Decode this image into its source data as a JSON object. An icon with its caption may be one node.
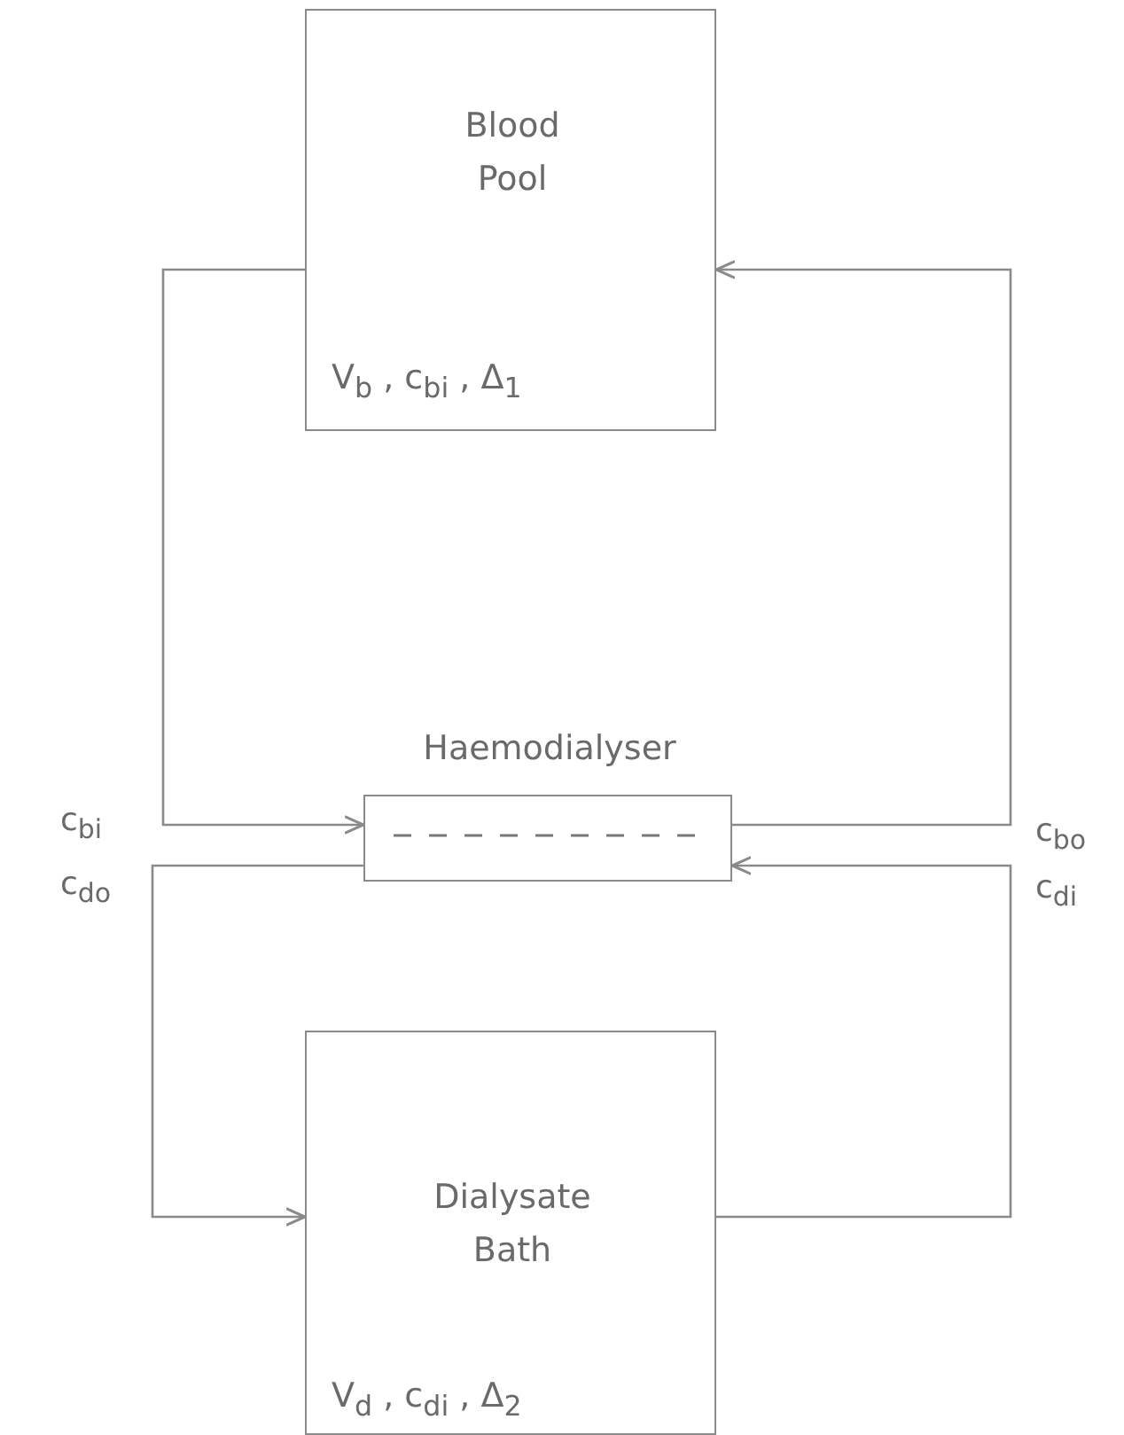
{
  "diagram": {
    "nodes": [
      {
        "text": [
          "Blood Pool",
          "V$_{b}$  ,   c$_{bi}$  ,   Δ$_{1}$"
        ]
      },
      {
        "text": [
          "Haemodialyser"
        ]
      },
      {
        "text": [
          "Dialysate Bath",
          "V$_{d}$  ,   c$_{di}$  ,   Δ$_{2}$"
        ]
      }
    ],
    "edges": [
      {
        "from": 0,
        "to": 1,
        "arrow": "to",
        "label": "c$_{bi}$"
      },
      {
        "from": 1,
        "to": 0,
        "arrow": "to",
        "label": "c$_{bo}$"
      },
      {
        "from": 2,
        "to": 1,
        "arrow": "to",
        "label": "c$_{di}$"
      },
      {
        "from": 1,
        "to": 2,
        "arrow": "to",
        "label": "c$_{do}$"
      }
    ]
  }
}
